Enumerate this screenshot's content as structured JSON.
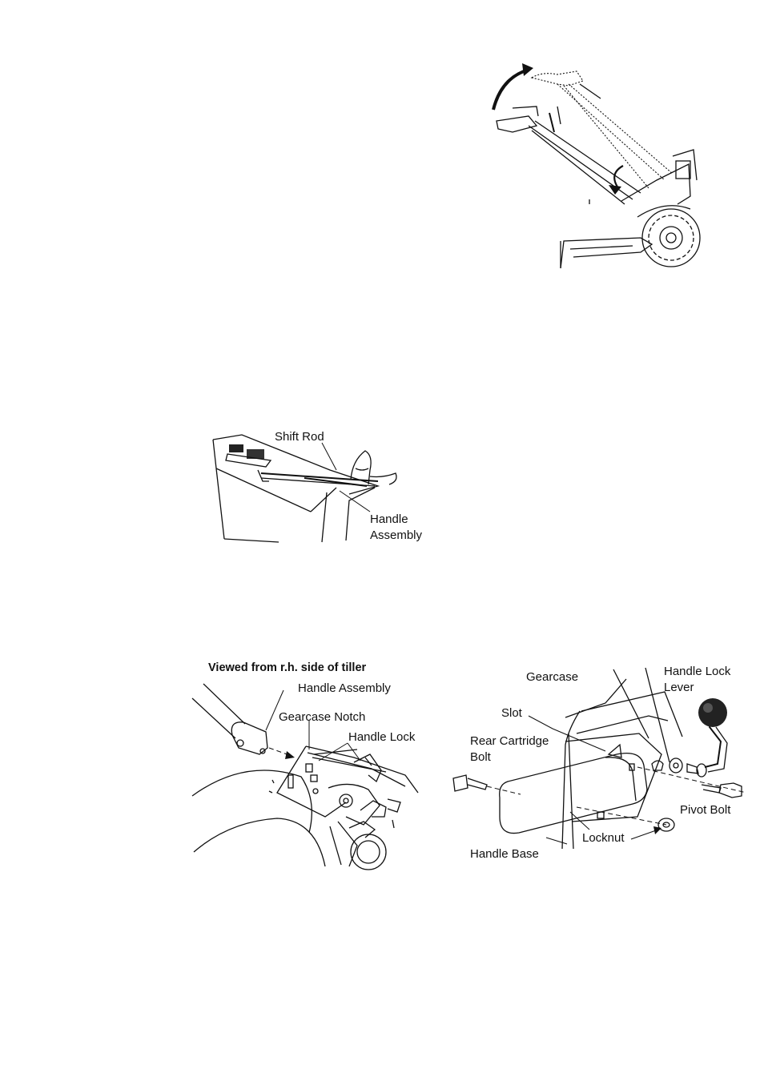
{
  "figure_handle_raise": {},
  "figure_shift_rod": {
    "labels": {
      "shift_rod": "Shift Rod",
      "handle_assembly_line1": "Handle",
      "handle_assembly_line2": "Assembly"
    }
  },
  "figure_rh_side": {
    "caption": "Viewed from r.h. side of tiller",
    "labels": {
      "handle_assembly": "Handle Assembly",
      "gearcase_notch": "Gearcase Notch",
      "handle_lock": "Handle Lock"
    }
  },
  "figure_exploded": {
    "labels": {
      "gearcase": "Gearcase",
      "handle_lock_lever_line1": "Handle Lock",
      "handle_lock_lever_line2": "Lever",
      "slot": "Slot",
      "rear_cartridge_bolt_line1": "Rear Cartridge",
      "rear_cartridge_bolt_line2": "Bolt",
      "pivot_bolt": "Pivot Bolt",
      "locknut": "Locknut",
      "handle_base": "Handle Base"
    }
  }
}
